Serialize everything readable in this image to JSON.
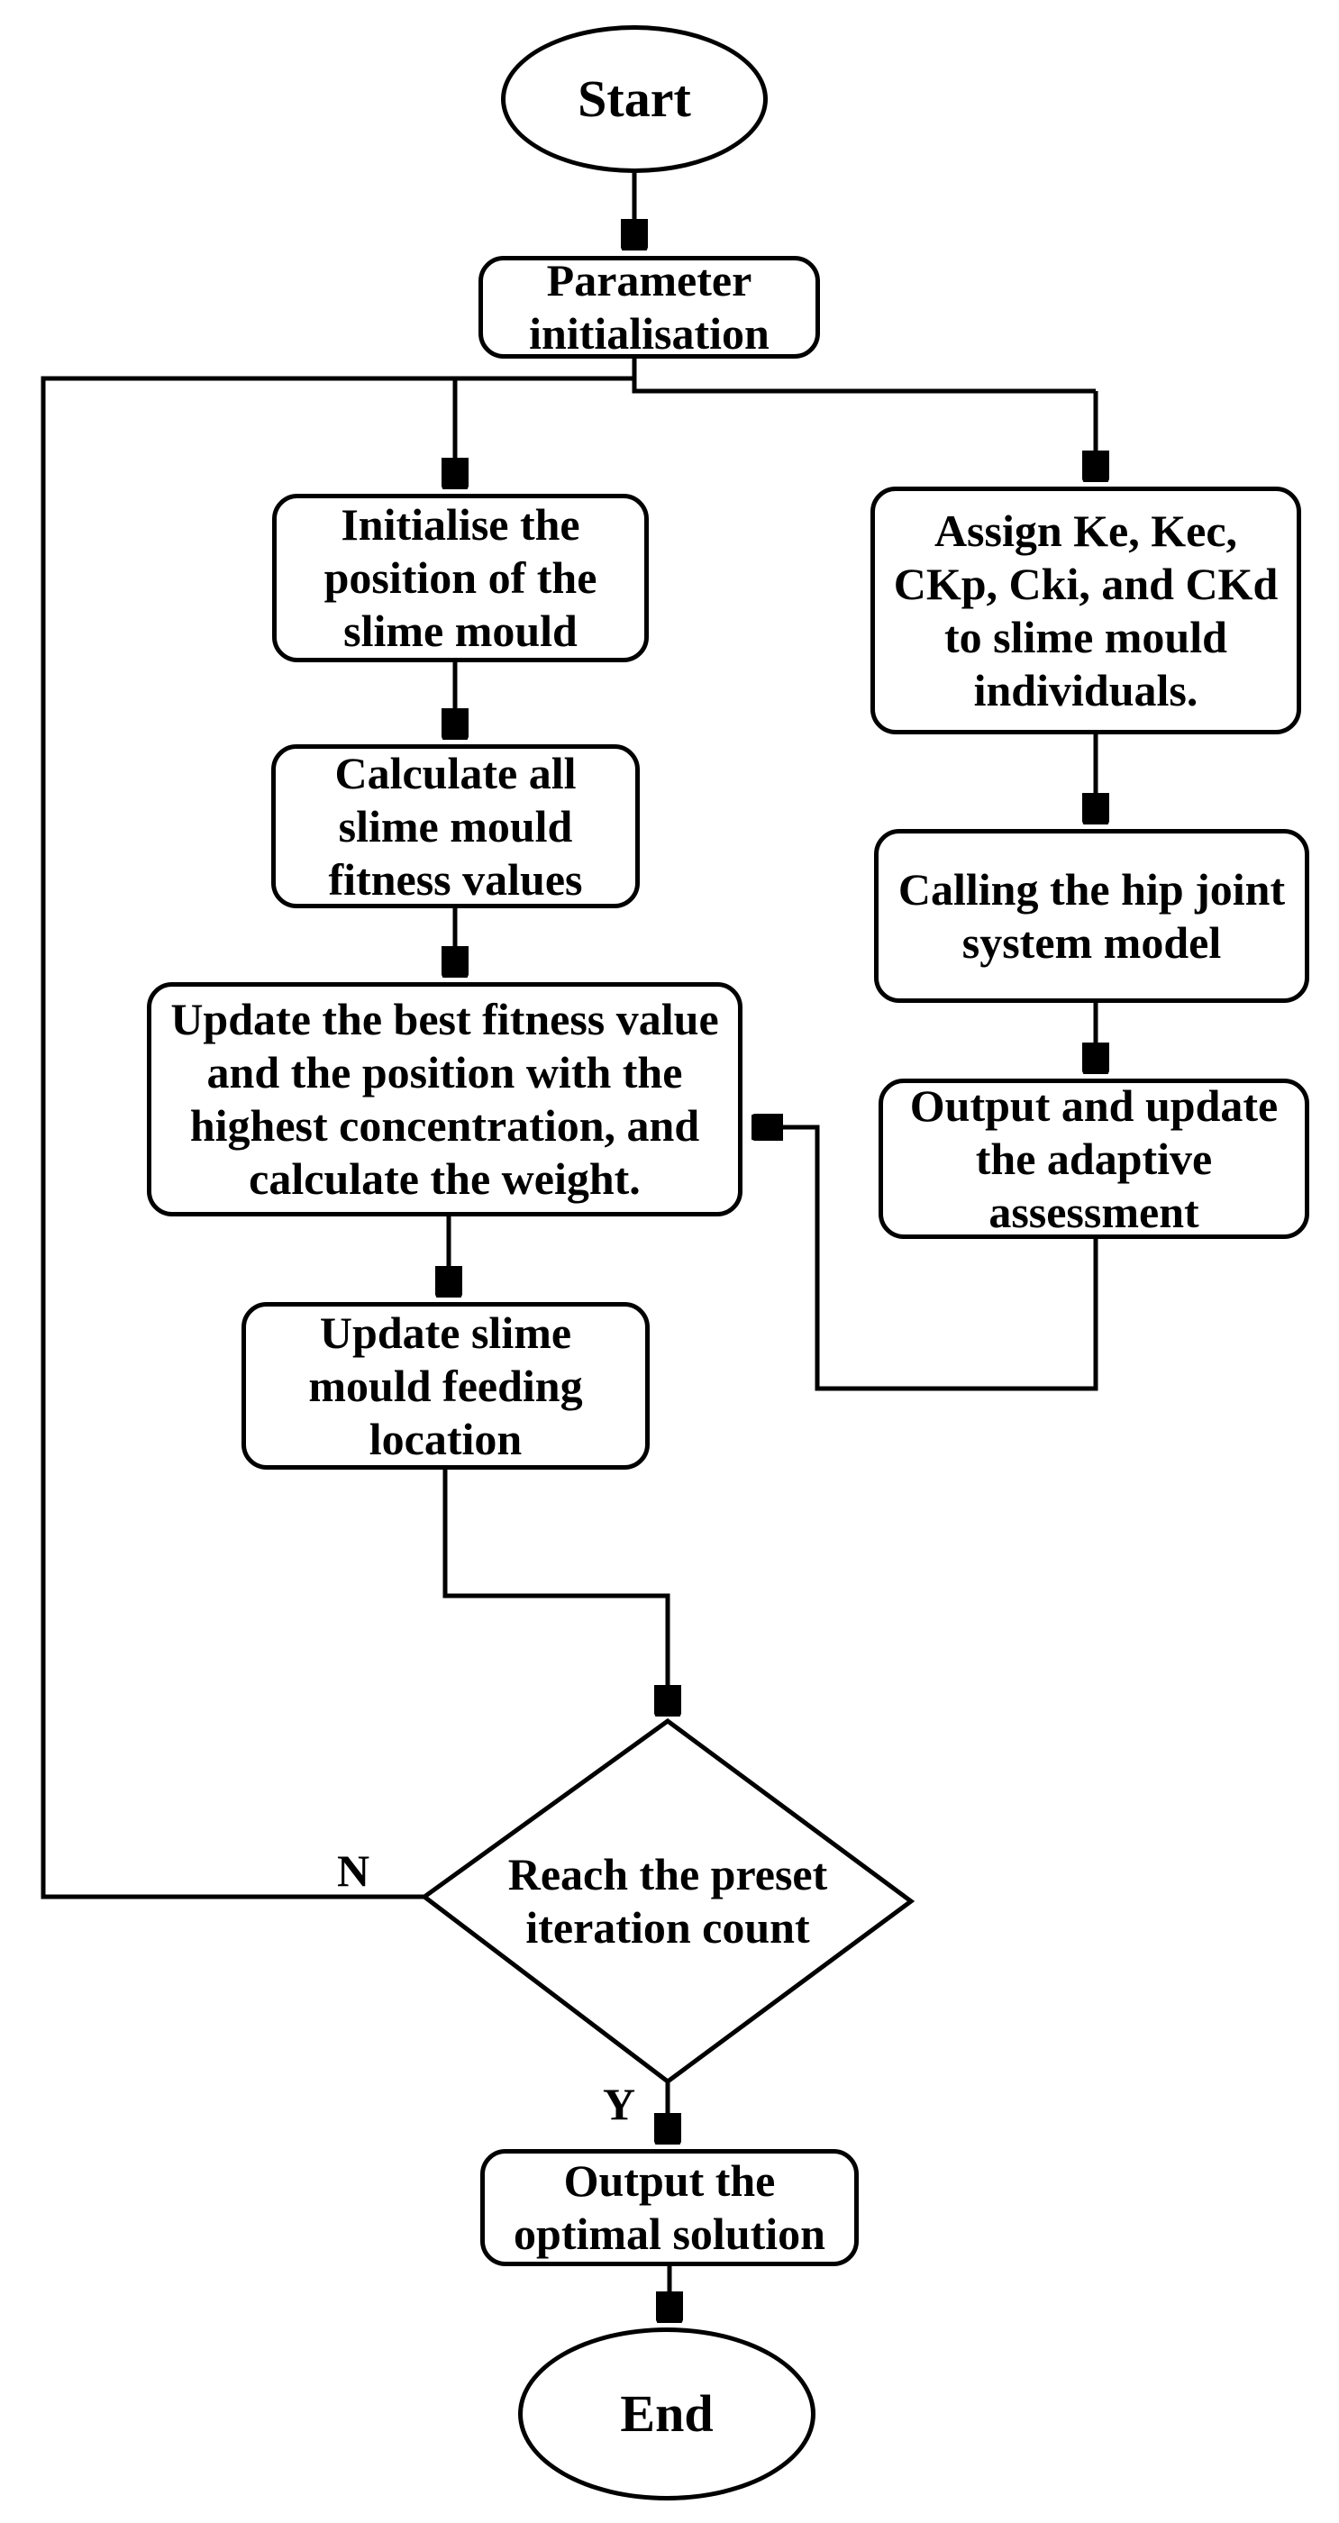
{
  "figure": {
    "background": "#ffffff",
    "line_color": "#000000",
    "text_color": "#000000"
  },
  "nodes": {
    "start": {
      "shape": "terminator",
      "label": "Start"
    },
    "param": {
      "shape": "process",
      "label": "Parameter\ninitialisation"
    },
    "init": {
      "shape": "process",
      "label": "Initialise the\nposition of the\nslime mould"
    },
    "calc": {
      "shape": "process",
      "label": "Calculate all\nslime mould\nfitness values"
    },
    "update": {
      "shape": "process",
      "label": "Update the best fitness value\nand the position with the\nhighest concentration, and\ncalculate the weight."
    },
    "feed": {
      "shape": "process",
      "label": "Update slime\nmould feeding\nlocation"
    },
    "assign": {
      "shape": "process",
      "label": "Assign Ke, Kec,\nCKp, Cki, and CKd\nto slime mould\nindividuals."
    },
    "calling": {
      "shape": "process",
      "label": "Calling the hip joint\nsystem model"
    },
    "adaptive": {
      "shape": "process",
      "label": "Output and update\nthe adaptive\nassessment"
    },
    "decision": {
      "shape": "decision",
      "label": "Reach the preset\niteration count"
    },
    "output": {
      "shape": "process",
      "label": "Output the\noptimal solution"
    },
    "end": {
      "shape": "terminator",
      "label": "End"
    }
  },
  "edge_labels": {
    "no": "N",
    "yes": "Y"
  }
}
